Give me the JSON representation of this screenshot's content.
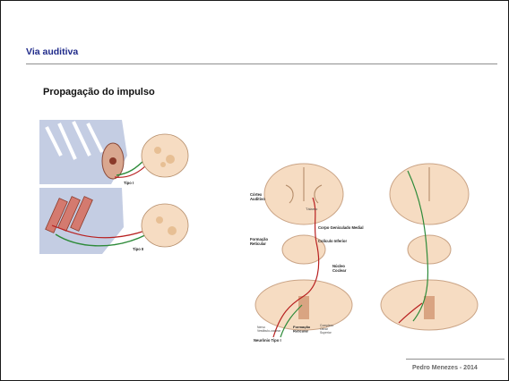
{
  "slide": {
    "title": "Via auditiva",
    "subtitle": "Propagação do impulso",
    "footer": "Pedro Menezes - 2014"
  },
  "figure_left": {
    "label_type1": "Tipo I",
    "label_type2": "Tipo II"
  },
  "figure_right": {
    "labels": {
      "cortex": "Córtex\nAuditivo",
      "thalamus": "Tálamo",
      "medial_geniculate": "Corpo Geniculado Medial",
      "reticular_upper": "Formação\nReticular",
      "inferior_colliculus": "Colículo Inferior",
      "cochlear_nucleus": "Núcleo\nCoclear",
      "nerve": "Nervo\nVestíbulo-coclear",
      "reticular_lower": "Formação\nReticular",
      "superior_olivary": "Complexo\nOlivar\nSuperior",
      "neuron_type1": "Neurônio Tipo I"
    }
  },
  "colors": {
    "title": "#1f2a8a",
    "red_path": "#b82020",
    "green_path": "#2e8b3a",
    "tissue": "#f6dcc2",
    "bluegray": "#c4cde3"
  }
}
